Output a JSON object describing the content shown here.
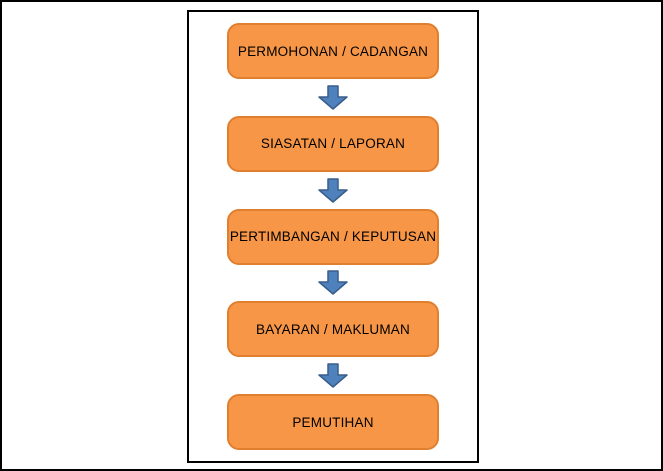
{
  "diagram": {
    "type": "flowchart",
    "direction": "top-down",
    "steps": [
      {
        "label": "PERMOHONAN / CADANGAN"
      },
      {
        "label": "SIASATAN / LAPORAN"
      },
      {
        "label": "PERTIMBANGAN / KEPUTUSAN"
      },
      {
        "label": "BAYARAN / MAKLUMAN"
      },
      {
        "label": "PEMUTIHAN"
      }
    ],
    "connectors": [
      {
        "from": 0,
        "to": 1,
        "shape": "down-block-arrow"
      },
      {
        "from": 1,
        "to": 2,
        "shape": "down-block-arrow"
      },
      {
        "from": 2,
        "to": 3,
        "shape": "down-block-arrow"
      },
      {
        "from": 3,
        "to": 4,
        "shape": "down-block-arrow"
      }
    ],
    "colors": {
      "box_fill": "#F79646",
      "box_border": "#E07F2E",
      "arrow_fill": "#4F81BD",
      "arrow_border": "#385D8A",
      "frame_border": "#000000",
      "background": "#FFFFFF",
      "text": "#000000"
    }
  }
}
